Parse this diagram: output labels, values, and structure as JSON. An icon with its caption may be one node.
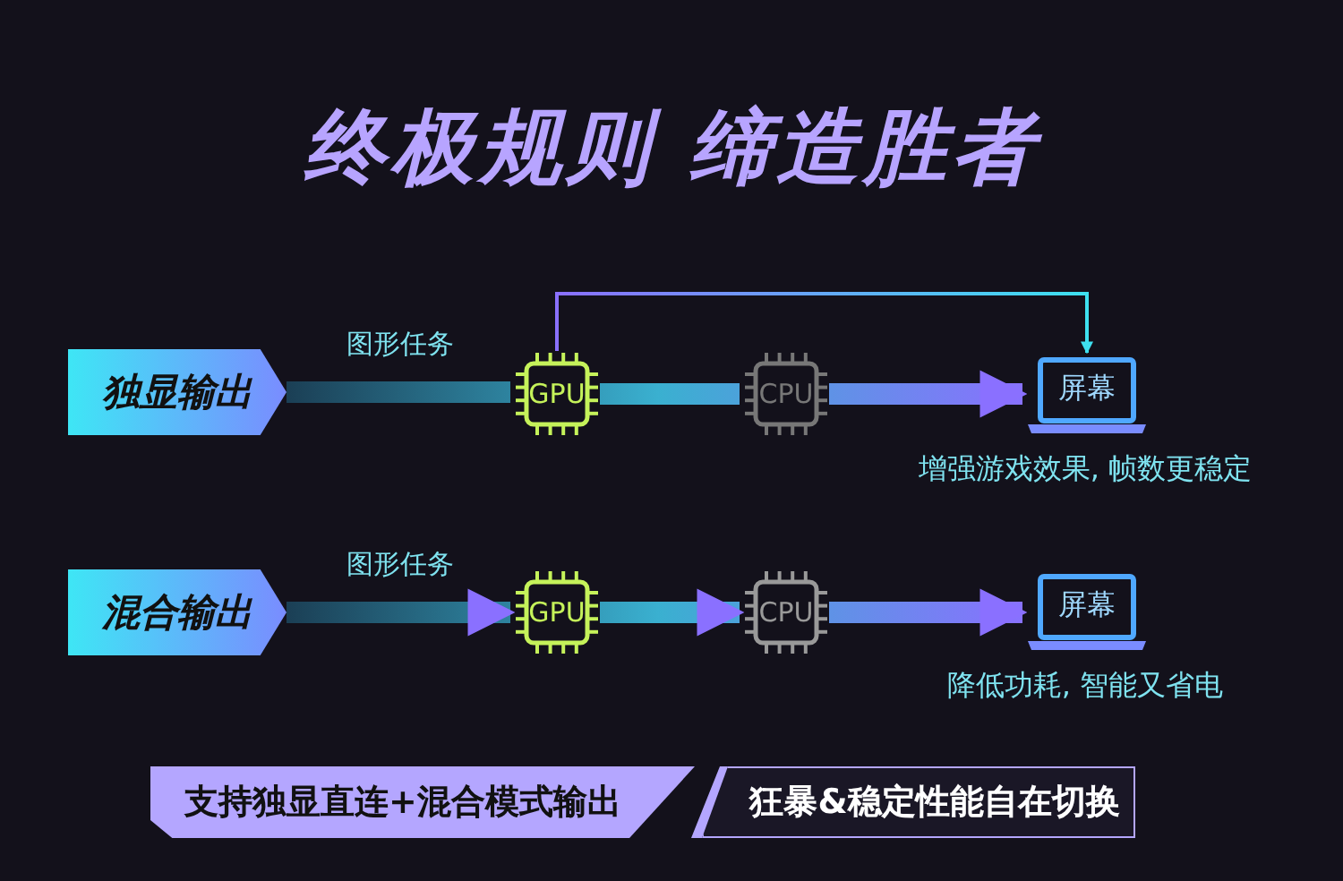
{
  "diagram": {
    "title": "终极规则 缔造胜者",
    "nodes": [
      {
        "text": [
          "独显输出"
        ]
      },
      {
        "text": [
          "GPU"
        ]
      },
      {
        "text": [
          "CPU"
        ]
      },
      {
        "text": [
          "屏幕"
        ],
        "beside": [
          "增强游戏效果, 帧数更稳定"
        ]
      },
      {
        "text": [
          "混合输出"
        ]
      },
      {
        "text": [
          "GPU"
        ]
      },
      {
        "text": [
          "CPU"
        ]
      },
      {
        "text": [
          "屏幕"
        ],
        "beside": [
          "降低功耗, 智能又省电"
        ]
      },
      {
        "text": [
          "支持独显直连+混合模式输出"
        ]
      },
      {
        "text": [
          "狂暴&稳定性能自在切换"
        ]
      }
    ],
    "edges": [
      {
        "from": 0,
        "to": 1,
        "arrow": "none",
        "label": "图形任务",
        "style": "thick"
      },
      {
        "from": 1,
        "to": 2,
        "arrow": "none",
        "style": "thick"
      },
      {
        "from": 2,
        "to": 3,
        "arrow": "to",
        "style": "thick"
      },
      {
        "from": 1,
        "to": 3,
        "arrow": "to"
      },
      {
        "from": 4,
        "to": 5,
        "arrow": "to",
        "label": "图形任务",
        "style": "thick"
      },
      {
        "from": 5,
        "to": 6,
        "arrow": "to",
        "style": "thick"
      },
      {
        "from": 6,
        "to": 7,
        "arrow": "to",
        "style": "thick"
      }
    ]
  }
}
